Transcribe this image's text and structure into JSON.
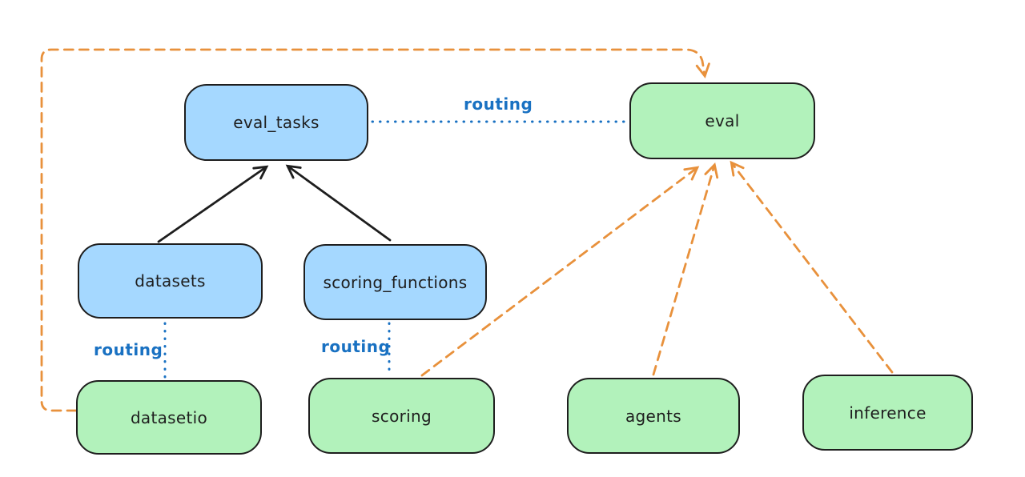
{
  "diagram": {
    "kind": "architecture-routing-diagram",
    "nodes": [
      {
        "id": "eval_tasks",
        "label": "eval_tasks",
        "group": "api"
      },
      {
        "id": "eval",
        "label": "eval",
        "group": "provider"
      },
      {
        "id": "datasets",
        "label": "datasets",
        "group": "api"
      },
      {
        "id": "scoring_functions",
        "label": "scoring_functions",
        "group": "api"
      },
      {
        "id": "datasetio",
        "label": "datasetio",
        "group": "provider"
      },
      {
        "id": "scoring",
        "label": "scoring",
        "group": "provider"
      },
      {
        "id": "agents",
        "label": "agents",
        "group": "provider"
      },
      {
        "id": "inference",
        "label": "inference",
        "group": "provider"
      }
    ],
    "edges": [
      {
        "from": "datasets",
        "to": "eval_tasks",
        "style": "solid",
        "arrow": true,
        "label": ""
      },
      {
        "from": "scoring_functions",
        "to": "eval_tasks",
        "style": "solid",
        "arrow": true,
        "label": ""
      },
      {
        "from": "eval_tasks",
        "to": "eval",
        "style": "dotted",
        "arrow": false,
        "label": "routing"
      },
      {
        "from": "datasets",
        "to": "datasetio",
        "style": "dotted",
        "arrow": false,
        "label": "routing"
      },
      {
        "from": "scoring_functions",
        "to": "scoring",
        "style": "dotted",
        "arrow": false,
        "label": "routing"
      },
      {
        "from": "datasetio",
        "to": "eval",
        "style": "dashed",
        "arrow": true,
        "label": ""
      },
      {
        "from": "scoring",
        "to": "eval",
        "style": "dashed",
        "arrow": true,
        "label": ""
      },
      {
        "from": "agents",
        "to": "eval",
        "style": "dashed",
        "arrow": true,
        "label": ""
      },
      {
        "from": "inference",
        "to": "eval",
        "style": "dashed",
        "arrow": true,
        "label": ""
      }
    ],
    "edge_labels": [
      {
        "id": "routing-eval-tasks-to-eval",
        "text": "routing"
      },
      {
        "id": "routing-datasets-to-datasetio",
        "text": "routing"
      },
      {
        "id": "routing-scoring-functions-to-scoring",
        "text": "routing"
      }
    ],
    "colors": {
      "api_fill": "#a5d8ff",
      "provider_fill": "#b2f2bb",
      "node_stroke": "#1e1e1e",
      "solid_edge": "#1e1e1e",
      "routing_edge": "#1971c2",
      "dashed_edge": "#e8913c",
      "background": "#ffffff"
    }
  }
}
